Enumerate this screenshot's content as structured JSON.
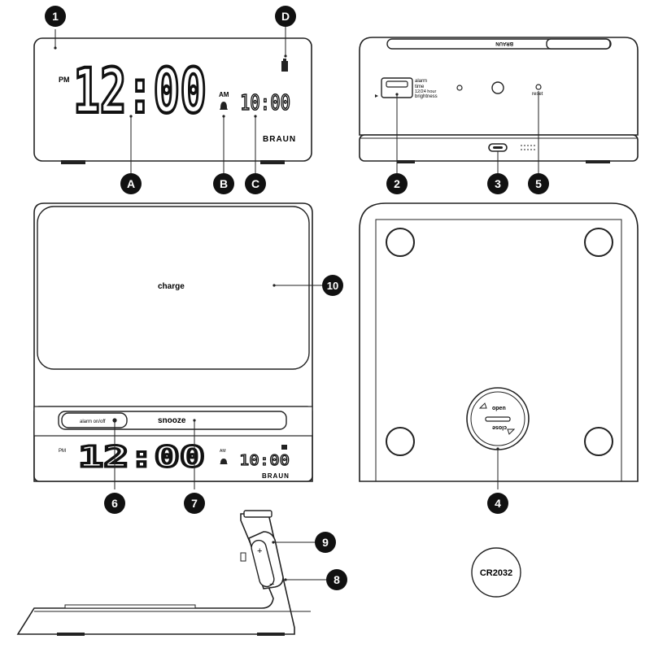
{
  "callouts": {
    "n1": "1",
    "d": "D",
    "a": "A",
    "b": "B",
    "c": "C",
    "n2": "2",
    "n3": "3",
    "n5": "5",
    "n4": "4",
    "n10": "10",
    "n6": "6",
    "n7": "7",
    "n9": "9",
    "n8": "8"
  },
  "front_view": {
    "pm": "PM",
    "time": "12:00",
    "am": "AM",
    "alarm_time": "10:00",
    "brand": "BRAUN"
  },
  "back_view": {
    "slider_labels": [
      "alarm",
      "time",
      "12/24 hour",
      "brightness"
    ],
    "reset": "reset",
    "brand_top": "BRAUN"
  },
  "top_view": {
    "charge": "charge",
    "alarm_switch": "alarm on/off",
    "snooze": "snooze",
    "pm": "PM",
    "time": "12:00",
    "am": "AM",
    "alarm_time": "10:00",
    "brand": "BRAUN"
  },
  "bottom_view": {
    "open": "open",
    "close": "close"
  },
  "side_view": {
    "plus": "+",
    "minus": "−"
  },
  "battery": {
    "label": "CR2032"
  }
}
